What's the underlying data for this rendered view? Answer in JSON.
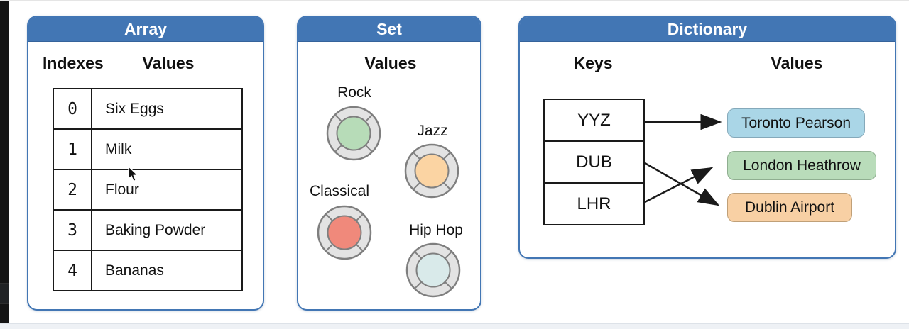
{
  "panels": {
    "array": {
      "title": "Array",
      "col1_header": "Indexes",
      "col2_header": "Values",
      "rows": [
        {
          "index": "0",
          "value": "Six Eggs"
        },
        {
          "index": "1",
          "value": "Milk"
        },
        {
          "index": "2",
          "value": "Flour"
        },
        {
          "index": "3",
          "value": "Baking Powder"
        },
        {
          "index": "4",
          "value": "Bananas"
        }
      ]
    },
    "set": {
      "title": "Set",
      "header": "Values",
      "items": [
        {
          "label": "Rock",
          "color": "#b7dcb8"
        },
        {
          "label": "Jazz",
          "color": "#fbd4a3"
        },
        {
          "label": "Classical",
          "color": "#f0897b"
        },
        {
          "label": "Hip Hop",
          "color": "#d9eaea"
        }
      ]
    },
    "dictionary": {
      "title": "Dictionary",
      "col1_header": "Keys",
      "col2_header": "Values",
      "keys": [
        "YYZ",
        "DUB",
        "LHR"
      ],
      "values": [
        {
          "label": "Toronto Pearson",
          "color": "#aad6e7"
        },
        {
          "label": "London Heathrow",
          "color": "#b9dcba"
        },
        {
          "label": "Dublin Airport",
          "color": "#f8d0a4"
        }
      ],
      "mappings": [
        {
          "key": "YYZ",
          "value": "Toronto Pearson"
        },
        {
          "key": "DUB",
          "value": "Dublin Airport"
        },
        {
          "key": "LHR",
          "value": "London Heathrow"
        }
      ]
    }
  },
  "colors": {
    "panel_accent_blue": "#4276b4",
    "vinyl_ring_fill": "#e3e3e3",
    "vinyl_ring_stroke": "#7f7f7f",
    "arrow_black": "#1a1a1a"
  }
}
